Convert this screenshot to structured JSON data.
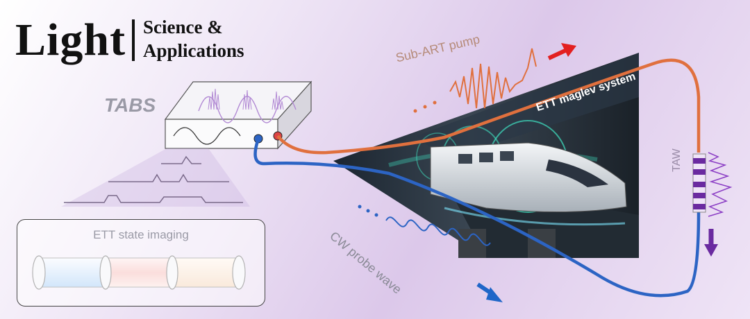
{
  "journal": {
    "name": "Light",
    "subtitle_line1": "Science &",
    "subtitle_line2": "Applications"
  },
  "labels": {
    "tabs": "TABS",
    "pump": "Sub-ART pump",
    "ett_system": "ETT maglev system",
    "cw_probe": "CW probe wave",
    "taw": "TAW",
    "imaging": "ETT state imaging"
  },
  "colors": {
    "pump_fiber": "#e0703e",
    "probe_fiber": "#2c64c4",
    "pump_arrow": "#e32020",
    "probe_arrow": "#1f66c8",
    "taw_arrow": "#6a2aa0",
    "tunnel_glow": "#3fe0c0"
  }
}
